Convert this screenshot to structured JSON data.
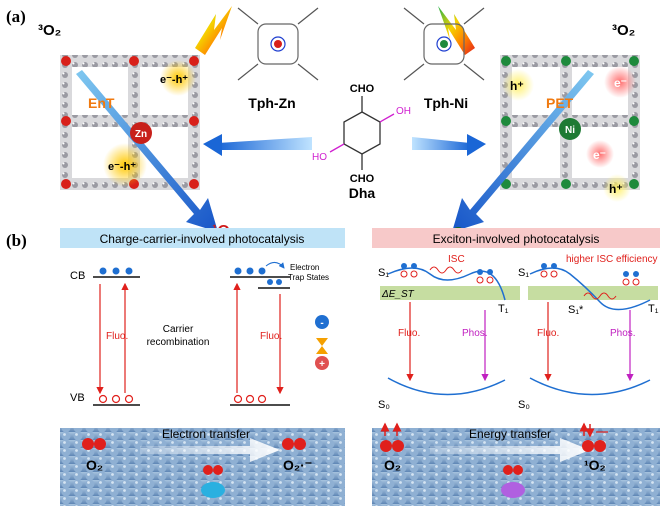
{
  "panel_a": {
    "label": "(a)",
    "o2_left": "³O₂",
    "o2_right": "³O₂",
    "ent": "EnT",
    "pet": "PET",
    "zn": "Zn",
    "ni": "Ni",
    "eh_1": "e⁻-h⁺",
    "eh_2": "e⁻-h⁺",
    "h_plus": "h⁺",
    "e_minus": "e⁻",
    "h_plus_2": "h⁺",
    "e_minus_2": "e⁻",
    "tph_zn": "Tph-Zn",
    "tph_ni": "Tph-Ni",
    "dha": "Dha",
    "cho_top": "CHO",
    "cho_bottom": "CHO",
    "oh_right": "OH",
    "ho_left": "HO",
    "product_left": "¹O₂",
    "product_right": "O₂·⁻"
  },
  "panel_b": {
    "label": "(b)",
    "left_title": "Charge-carrier-involved photocatalysis",
    "right_title": "Exciton-involved photocatalysis",
    "cb": "CB",
    "vb": "VB",
    "fluo_1": "Fluo.",
    "fluo_2": "Fluo.",
    "carrier_recomb_1": "Carrier",
    "carrier_recomb_2": "recombination",
    "trap_1": "Electron",
    "trap_2": "Trap States",
    "s1_a": "S₁",
    "s1_b": "S₁",
    "s1_star": "S₁*",
    "t1_a": "T₁",
    "t1_b": "T₁",
    "s0_a": "S₀",
    "s0_b": "S₀",
    "isc": "ISC",
    "higher_isc": "higher ISC efficiency",
    "delta_est": "ΔE_ST",
    "fluo_3": "Fluo.",
    "fluo_4": "Fluo.",
    "phos_1": "Phos.",
    "phos_2": "Phos.",
    "electron_transfer": "Electron transfer",
    "energy_transfer": "Energy  transfer",
    "o2_l": "O₂",
    "o2_r": "O₂·⁻",
    "o2_l2": "O₂",
    "o2_r2": "¹O₂"
  },
  "colors": {
    "arrow_blue": "#1f6fd1",
    "red": "#e0201c",
    "magenta": "#c020c0",
    "band_green": "#b8d48a",
    "left_header": "#bfe3f7",
    "right_header": "#f7c9c9"
  }
}
